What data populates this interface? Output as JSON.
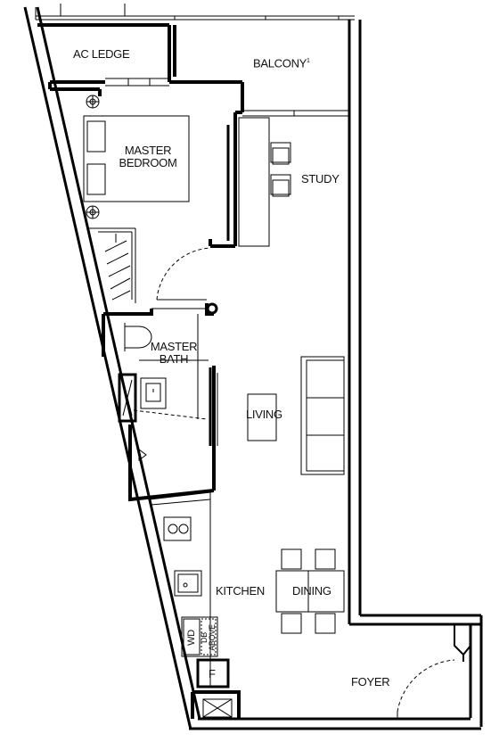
{
  "rooms": {
    "ac_ledge": "AC LEDGE",
    "balcony": "BALCONY",
    "balcony_note": "1",
    "master_bedroom_line1": "MASTER",
    "master_bedroom_line2": "BEDROOM",
    "study": "STUDY",
    "master_bath_line1": "MASTER",
    "master_bath_line2": "BATH",
    "living": "LIVING",
    "kitchen": "KITCHEN",
    "dining": "DINING",
    "foyer": "FOYER"
  },
  "fixtures": {
    "washer_dryer": "WD",
    "db_above_line1": "DB",
    "db_above_line2": "ABOVE",
    "fridge": "F"
  }
}
